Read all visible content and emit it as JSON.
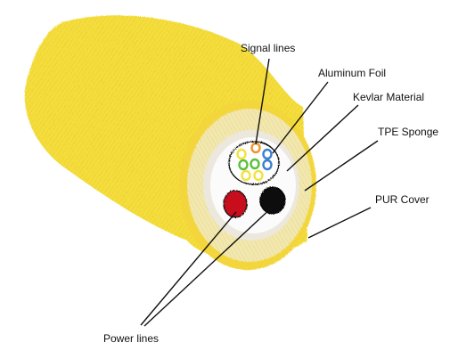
{
  "labels": {
    "signal_lines": "Signal lines",
    "aluminum_foil": "Aluminum Foil",
    "kevlar_material": "Kevlar Material",
    "tpe_sponge": "TPE Sponge",
    "pur_cover": "PUR Cover",
    "power_lines": "Power lines"
  },
  "colors": {
    "cable_body": "#f4dd3c",
    "cable_body_dark": "#e6c92a",
    "outer_ring": "#f3d63a",
    "tpe_layer": "#f1e6a8",
    "kevlar_layer": "#ece8de",
    "core_fill": "#ffffff",
    "power_red": "#c8101f",
    "power_black": "#111111",
    "leader_line": "#111111",
    "signal_orange": "#f0952a",
    "signal_blue": "#3a7fd0",
    "signal_green": "#58c03c",
    "signal_yellow": "#f2e23e",
    "signal_red": "#e23a3a"
  }
}
